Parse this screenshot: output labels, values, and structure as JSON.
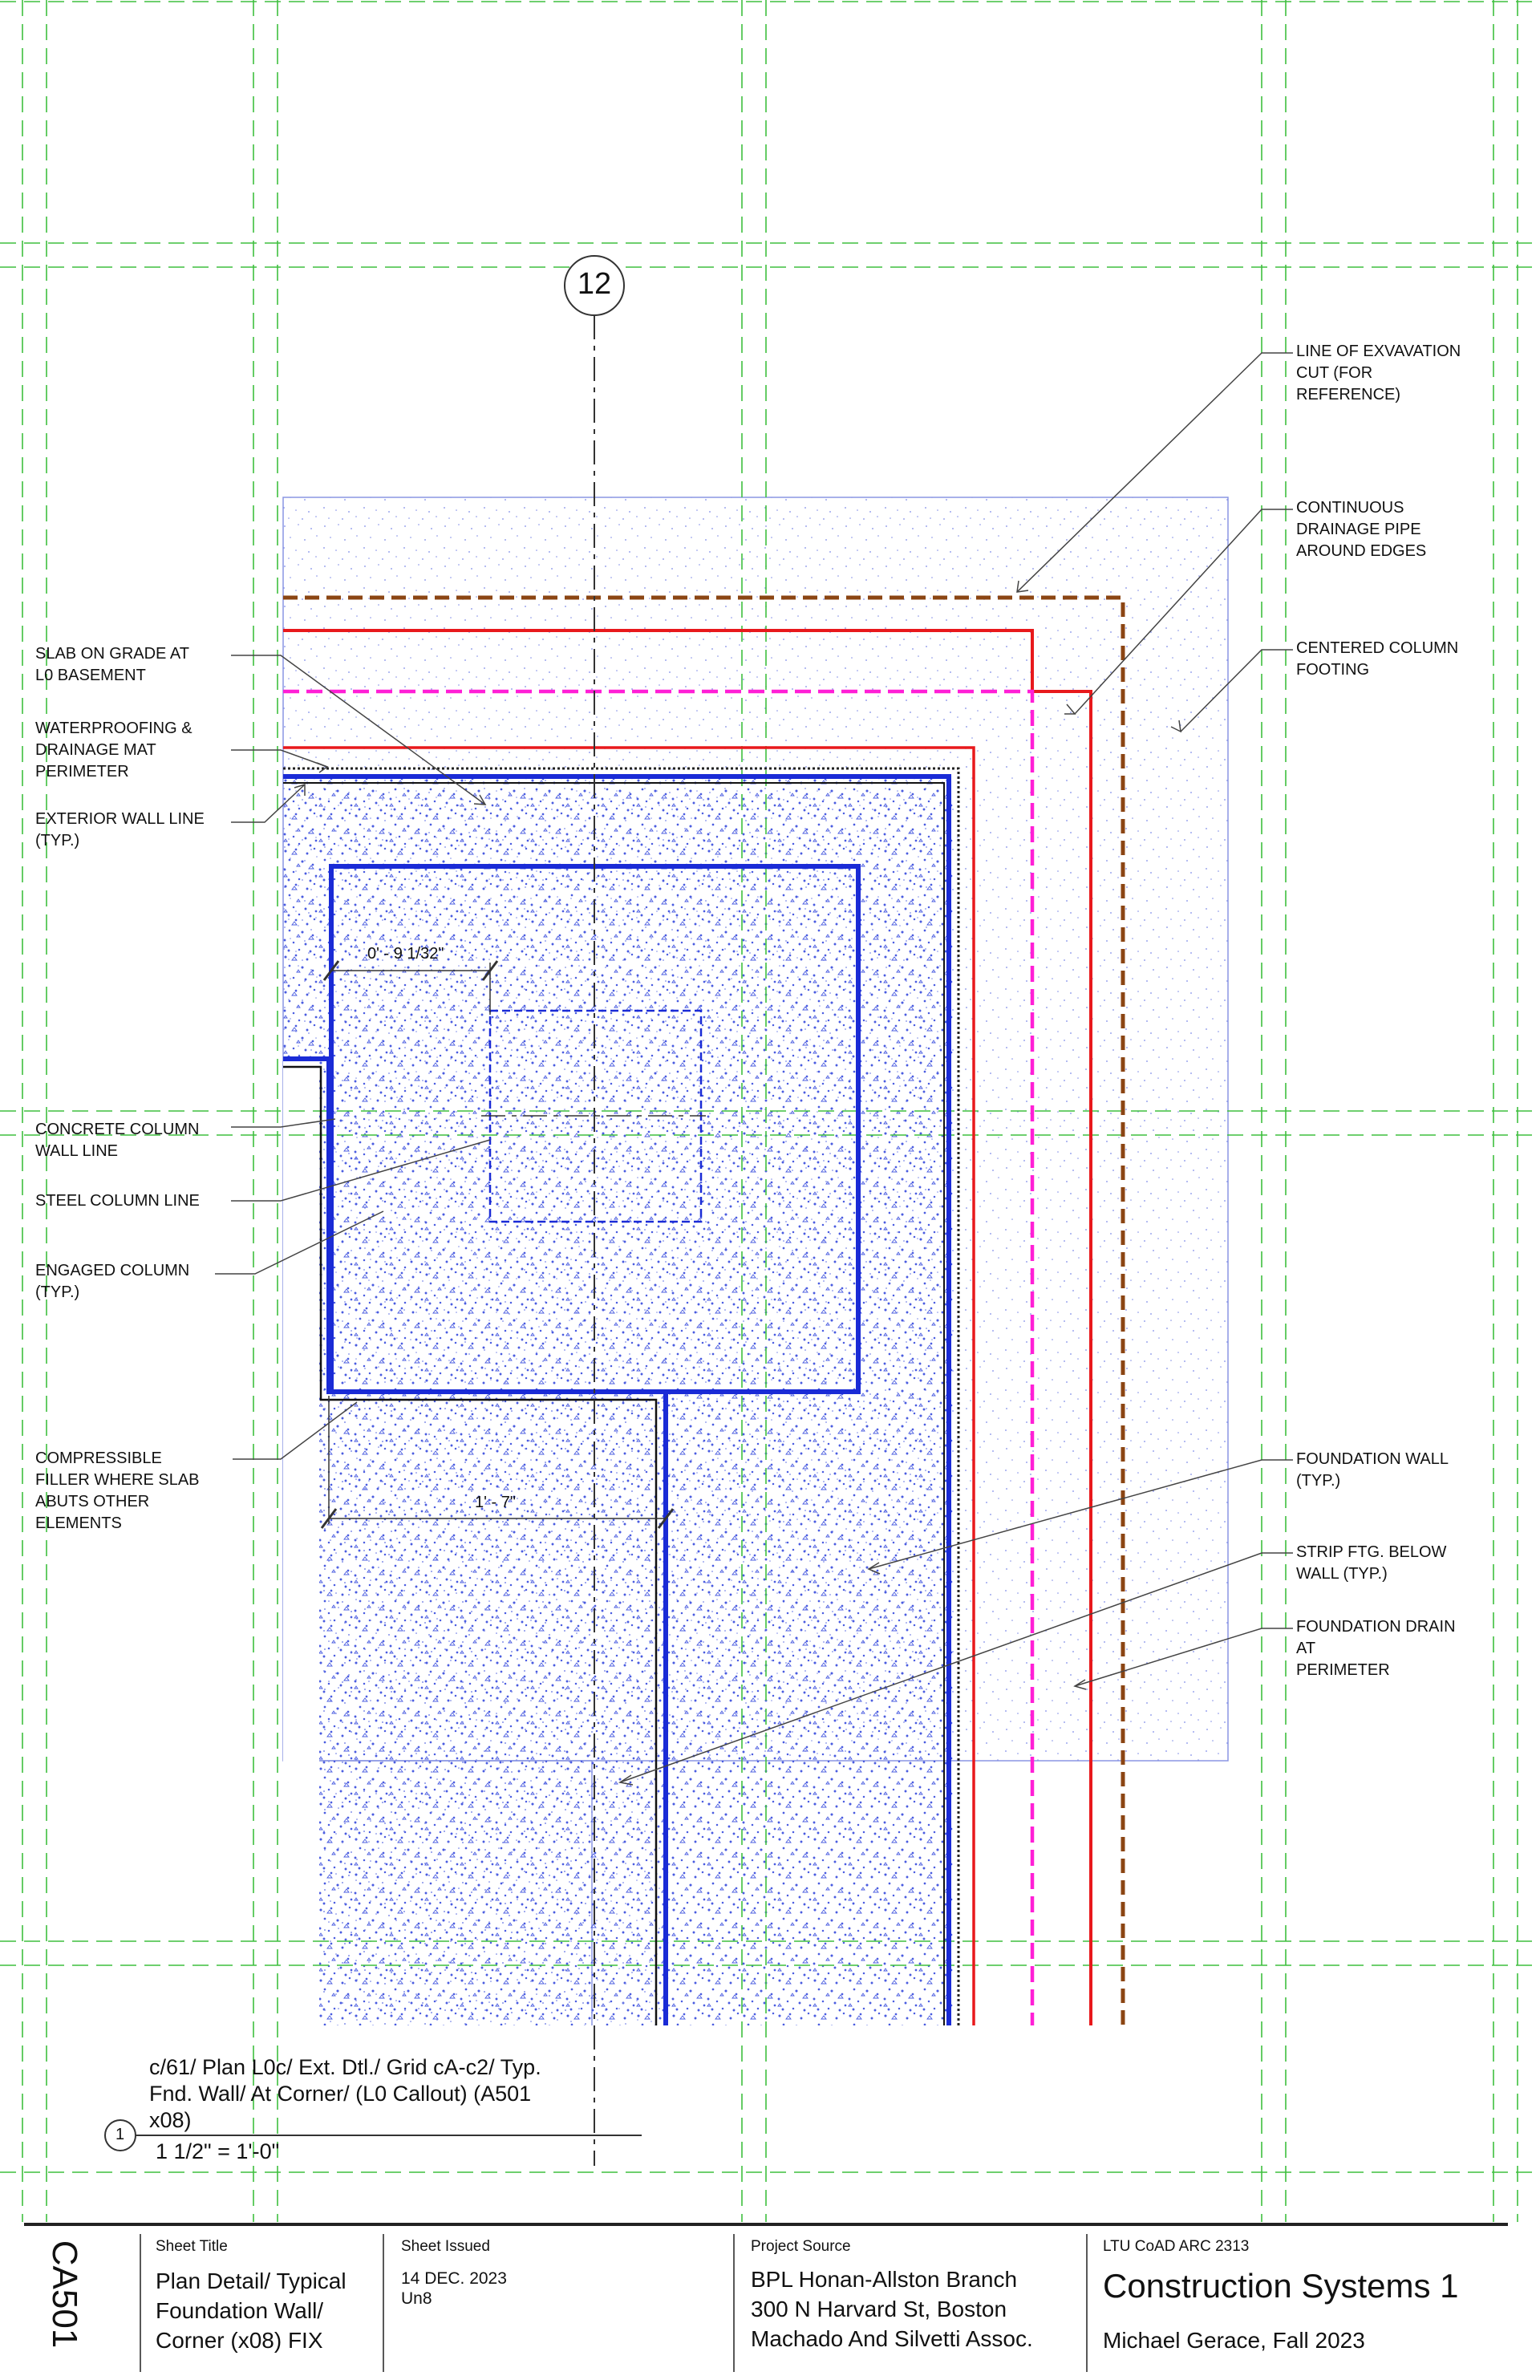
{
  "grid": {
    "bubble_label": "12"
  },
  "annotations": {
    "left": [
      {
        "text": "SLAB ON GRADE AT\nL0 BASEMENT"
      },
      {
        "text": "WATERPROOFING &\nDRAINAGE MAT\nPERIMETER"
      },
      {
        "text": "EXTERIOR WALL LINE\n(TYP.)"
      },
      {
        "text": "CONCRETE COLUMN\nWALL LINE"
      },
      {
        "text": "STEEL COLUMN LINE"
      },
      {
        "text": "ENGAGED COLUMN\n(TYP.)"
      },
      {
        "text": "COMPRESSIBLE\nFILLER WHERE SLAB\nABUTS OTHER\nELEMENTS"
      }
    ],
    "right": [
      {
        "text": "LINE OF EXVAVATION\nCUT (FOR\nREFERENCE)"
      },
      {
        "text": "CONTINUOUS\nDRAINAGE PIPE\nAROUND EDGES"
      },
      {
        "text": "CENTERED COLUMN\nFOOTING"
      },
      {
        "text": "FOUNDATION WALL\n(TYP.)"
      },
      {
        "text": "STRIP FTG. BELOW\nWALL (TYP.)"
      },
      {
        "text": "FOUNDATION DRAIN\nAT\nPERIMETER"
      }
    ]
  },
  "dimensions": {
    "top": "0' - 9 1/32\"",
    "bottom": "1' - 7\""
  },
  "view": {
    "number": "1",
    "title": "c/61/  Plan L0c/ Ext. Dtl./ Grid cA-c2/ Typ.\nFnd. Wall/ At Corner/ (L0 Callout) (A501\nx08)",
    "scale": "1 1/2\" = 1'-0\""
  },
  "title_block": {
    "sheet_number": "CA501",
    "sheet_title_label": "Sheet Title",
    "sheet_title": "Plan Detail/ Typical\nFoundation Wall/\nCorner (x08) FIX",
    "issued_label": "Sheet Issued",
    "issued_date": "14 DEC. 2023",
    "issued_code": "Un8",
    "project_label": "Project Source",
    "project": "BPL Honan-Allston Branch\n300 N Harvard St, Boston\nMachado And Silvetti Assoc.",
    "course_label": "LTU CoAD ARC 2313",
    "course": "Construction Systems 1",
    "author": "Michael Gerace, Fall 2023"
  },
  "colors": {
    "grid_lines": "#3fbf3f",
    "concrete_outline": "#1a2bd6",
    "concrete_hatch": "#3b4ed8",
    "excavation": "#8b4513",
    "drain": "#e8191c",
    "drainage_pipe": "#ff1fd6",
    "slab_outline": "#7a86e0"
  }
}
